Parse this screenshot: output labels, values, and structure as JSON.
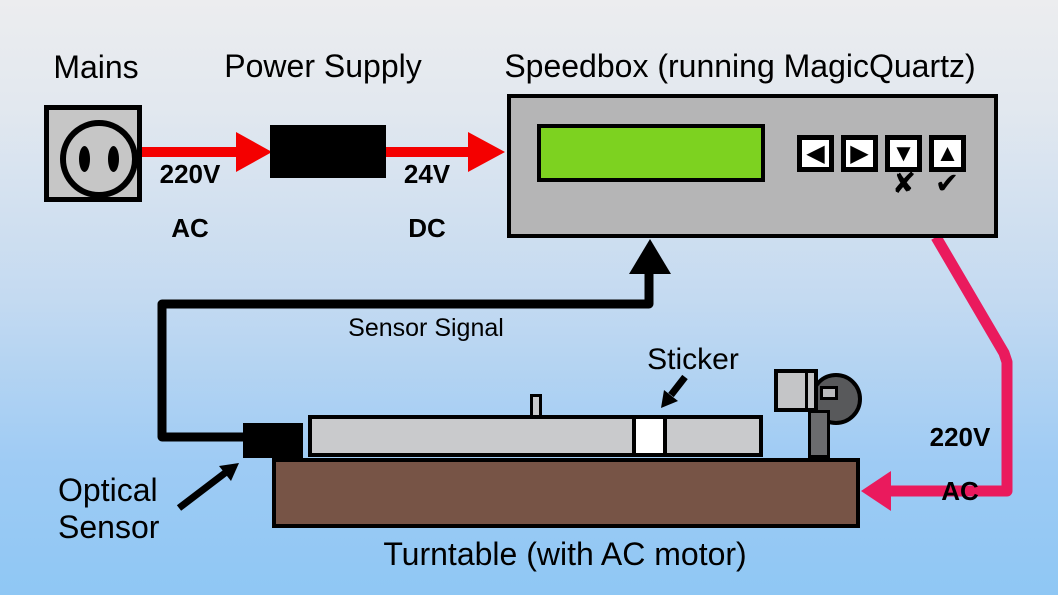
{
  "labels": {
    "mains": "Mains",
    "power_supply": "Power Supply",
    "speedbox": "Speedbox (running MagicQuartz)",
    "sensor_signal": "Sensor Signal",
    "sticker": "Sticker",
    "optical_sensor": "Optical\nSensor",
    "turntable": "Turntable (with AC motor)"
  },
  "wires": {
    "mains_to_psu": {
      "voltage": "220V",
      "current": "AC",
      "color": "#F40000"
    },
    "psu_to_speedbox": {
      "voltage": "24V",
      "current": "DC",
      "color": "#F40000"
    },
    "sensor_signal": {
      "color": "#000000"
    },
    "speedbox_to_turntable": {
      "voltage": "220V",
      "current": "AC",
      "color": "#EA1A5D"
    }
  },
  "speedbox": {
    "lcd_color": "#7DD220",
    "body_color": "#B5B5B6",
    "buttons": [
      {
        "name": "left",
        "glyph": "◀"
      },
      {
        "name": "right",
        "glyph": "▶"
      },
      {
        "name": "down",
        "glyph": "▼",
        "annotation": "✘"
      },
      {
        "name": "up",
        "glyph": "▲",
        "annotation": "✔"
      }
    ]
  },
  "turntable": {
    "base_color": "#775446",
    "platter_color": "#C9CACC",
    "sticker_color": "#FFFFFF"
  },
  "palette": {
    "background_top": "#ECEDEF",
    "background_bottom": "#8FC7F4",
    "outlet_gray": "#C6C6C6",
    "black": "#000000"
  }
}
